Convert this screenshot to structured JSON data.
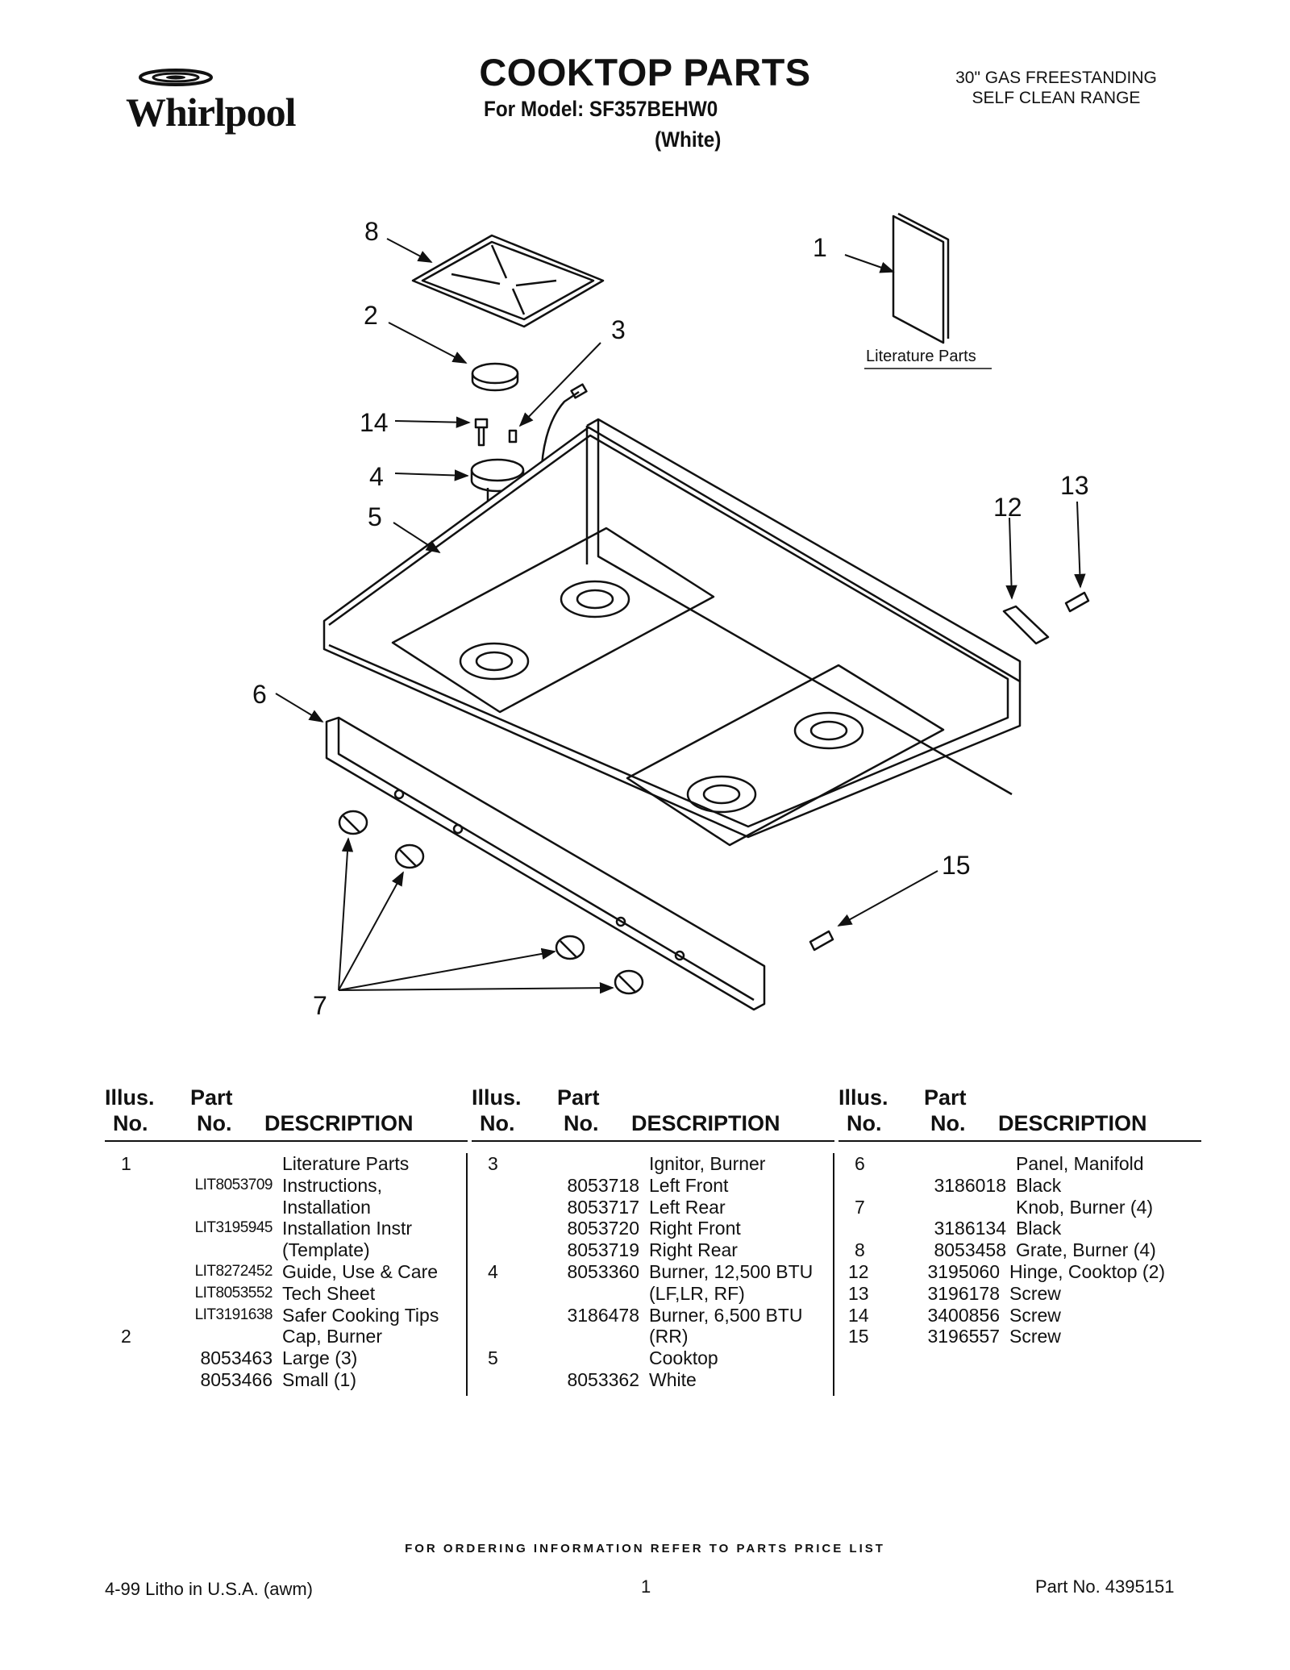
{
  "header": {
    "brand": "Whirlpool",
    "title": "COOKTOP PARTS",
    "model_line": "For Model: SF357BEHW0",
    "color_line": "(White)",
    "range_line1": "30\" GAS FREESTANDING",
    "range_line2": "SELF CLEAN RANGE"
  },
  "diagram": {
    "callouts": [
      "8",
      "2",
      "3",
      "14",
      "4",
      "5",
      "1",
      "12",
      "13",
      "6",
      "15",
      "7"
    ],
    "literature_label": "Literature Parts"
  },
  "table_headers": {
    "illus1": "Illus.",
    "illus2": "No.",
    "part1": "Part",
    "part2": "No.",
    "desc": "DESCRIPTION"
  },
  "columns": [
    {
      "rows": [
        {
          "illus": "1",
          "part": "",
          "desc": "Literature Parts"
        },
        {
          "illus": "",
          "part": "LIT8053709",
          "desc": "Instructions,"
        },
        {
          "illus": "",
          "part": "",
          "desc": "Installation"
        },
        {
          "illus": "",
          "part": "LIT3195945",
          "desc": "Installation Instr"
        },
        {
          "illus": "",
          "part": "",
          "desc": "(Template)"
        },
        {
          "illus": "",
          "part": "LIT8272452",
          "desc": "Guide, Use & Care"
        },
        {
          "illus": "",
          "part": "LIT8053552",
          "desc": "Tech Sheet"
        },
        {
          "illus": "",
          "part": "LIT3191638",
          "desc": "Safer Cooking Tips"
        },
        {
          "illus": "2",
          "part": "",
          "desc": "Cap, Burner"
        },
        {
          "illus": "",
          "part": "8053463",
          "desc": "Large (3)"
        },
        {
          "illus": "",
          "part": "8053466",
          "desc": "Small (1)"
        }
      ]
    },
    {
      "rows": [
        {
          "illus": "3",
          "part": "",
          "desc": "Ignitor, Burner"
        },
        {
          "illus": "",
          "part": "8053718",
          "desc": "Left Front"
        },
        {
          "illus": "",
          "part": "8053717",
          "desc": "Left Rear"
        },
        {
          "illus": "",
          "part": "8053720",
          "desc": "Right Front"
        },
        {
          "illus": "",
          "part": "8053719",
          "desc": "Right Rear"
        },
        {
          "illus": "4",
          "part": "8053360",
          "desc": "Burner, 12,500 BTU"
        },
        {
          "illus": "",
          "part": "",
          "desc": "(LF,LR, RF)"
        },
        {
          "illus": "",
          "part": "3186478",
          "desc": "Burner, 6,500 BTU"
        },
        {
          "illus": "",
          "part": "",
          "desc": "(RR)"
        },
        {
          "illus": "5",
          "part": "",
          "desc": "Cooktop"
        },
        {
          "illus": "",
          "part": "8053362",
          "desc": "White"
        }
      ]
    },
    {
      "rows": [
        {
          "illus": "6",
          "part": "",
          "desc": "Panel, Manifold"
        },
        {
          "illus": "",
          "part": "3186018",
          "desc": "Black"
        },
        {
          "illus": "7",
          "part": "",
          "desc": "Knob, Burner (4)"
        },
        {
          "illus": "",
          "part": "3186134",
          "desc": "Black"
        },
        {
          "illus": "8",
          "part": "8053458",
          "desc": "Grate, Burner (4)"
        },
        {
          "illus": "12",
          "part": "3195060",
          "desc": "Hinge, Cooktop (2)"
        },
        {
          "illus": "13",
          "part": "3196178",
          "desc": "Screw"
        },
        {
          "illus": "14",
          "part": "3400856",
          "desc": "Screw"
        },
        {
          "illus": "15",
          "part": "3196557",
          "desc": "Screw"
        }
      ]
    }
  ],
  "footer": {
    "ordering": "FOR ORDERING INFORMATION REFER TO PARTS PRICE LIST",
    "litho": "4-99 Litho in U.S.A. (awm)",
    "page": "1",
    "part_no": "Part No. 4395151"
  }
}
